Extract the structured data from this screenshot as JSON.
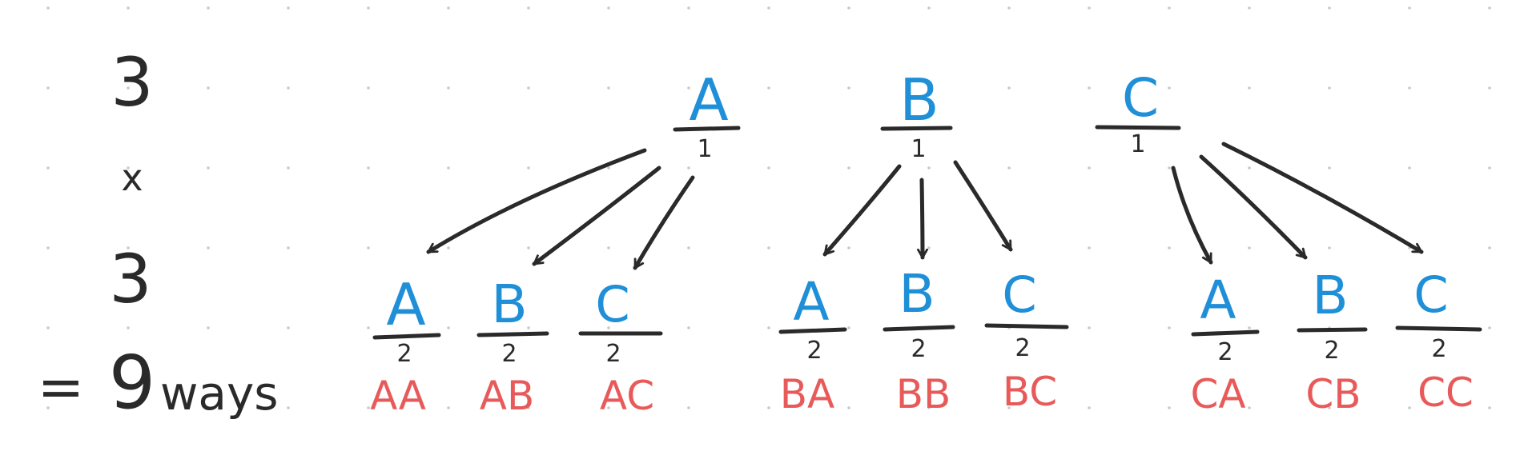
{
  "colors": {
    "ink": "#2a2a2a",
    "blue": "#1f8fd8",
    "red": "#e85a5a",
    "dot": "#c9c9c9"
  },
  "equation": {
    "first": "3",
    "times": "x",
    "second": "3",
    "equals": "=",
    "result": "9",
    "unit": "ways"
  },
  "first_slot": {
    "position_label": "1",
    "letters": [
      "A",
      "B",
      "C"
    ]
  },
  "second_slot": {
    "position_label": "2",
    "groups": [
      {
        "parent": "A",
        "letters": [
          "A",
          "B",
          "C"
        ],
        "outcomes": [
          "AA",
          "AB",
          "AC"
        ]
      },
      {
        "parent": "B",
        "letters": [
          "A",
          "B",
          "C"
        ],
        "outcomes": [
          "BA",
          "BB",
          "BC"
        ]
      },
      {
        "parent": "C",
        "letters": [
          "A",
          "B",
          "C"
        ],
        "outcomes": [
          "CA",
          "CB",
          "CC"
        ]
      }
    ]
  }
}
